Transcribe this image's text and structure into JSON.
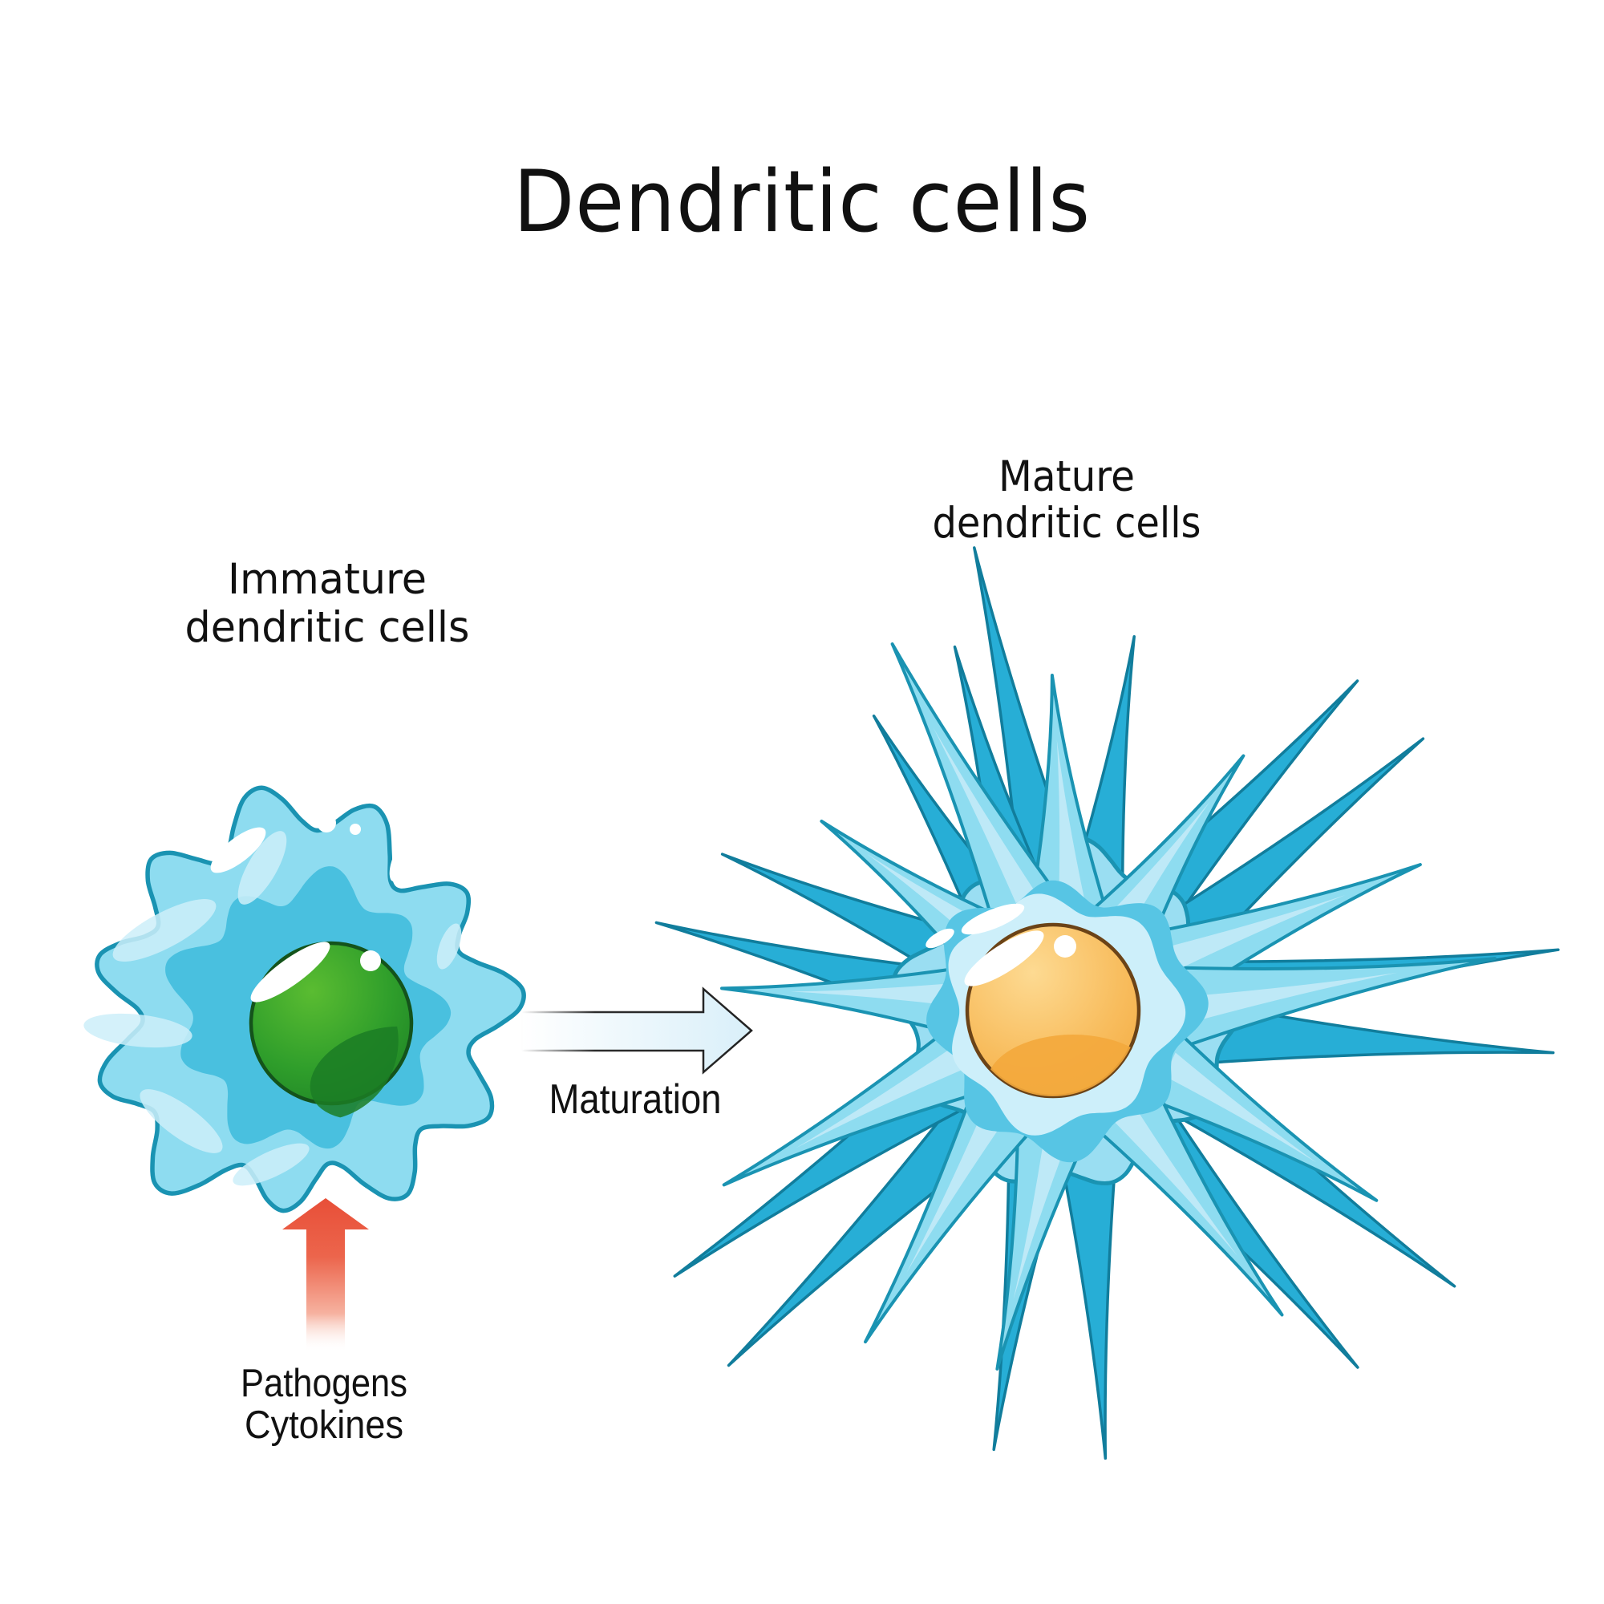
{
  "title": "Dendritic cells",
  "labels": {
    "immature": {
      "line1": "Immature",
      "line2": "dendritic cells"
    },
    "mature": {
      "line1": "Mature",
      "line2": "dendritic cells"
    },
    "maturation": "Maturation",
    "stimuli": {
      "line1": "Pathogens",
      "line2": "Cytokines"
    }
  },
  "palette": {
    "background": "#ffffff",
    "text": "#111111",
    "cell_outline": "#1a93b2",
    "cell_fill": "#8edcf0",
    "cell_fill_pale": "#cdeef9",
    "cell_inner": "#49c0df",
    "spike_back": "#27aed6",
    "spike_back_outline": "#117d9c",
    "mature_body": "#9adef2",
    "mature_inner_contour": "#57c5e4",
    "mature_inner_pale": "#cdeffa",
    "nucleus_green_light": "#5abc31",
    "nucleus_green": "#2f9e2b",
    "nucleus_green_dark": "#1b7d25",
    "nucleus_green_outline": "#14531b",
    "nucleus_orange_light": "#fdda92",
    "nucleus_orange": "#f8bd5e",
    "nucleus_orange_dark": "#f3a83c",
    "nucleus_orange_outline": "#6b4317",
    "maturation_arrow_fill_start": "#ffffff",
    "maturation_arrow_fill_end": "#d9eff9",
    "maturation_arrow_outline": "#222222",
    "stimuli_arrow": "#e84f38",
    "stimuli_arrow_mid": "#ec654c",
    "stimuli_arrow_soft": "#f6b2a0"
  }
}
